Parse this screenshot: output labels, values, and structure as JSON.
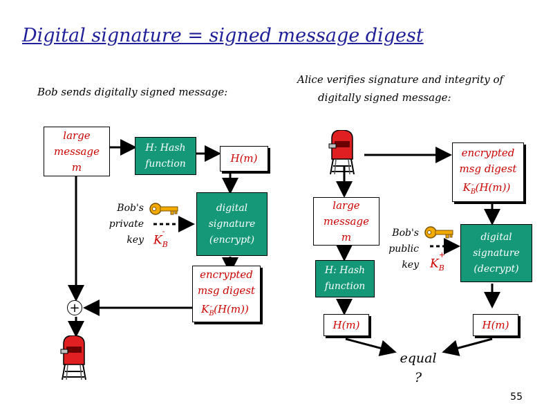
{
  "title": "Digital signature = signed message digest",
  "left_caption": "Bob sends digitally signed message:",
  "right_caption_line1": "Alice verifies signature and integrity of",
  "right_caption_line2": "digitally signed message:",
  "bob": {
    "large_message": [
      "large",
      "message",
      "m"
    ],
    "hash_function": [
      "H: Hash",
      "function"
    ],
    "hm": "H(m)",
    "digital_signature": [
      "digital",
      "signature",
      "(encrypt)"
    ],
    "key_label": [
      "Bob's",
      "private",
      "key"
    ],
    "key_symbol": "K",
    "key_sub": "B",
    "key_sup": "-",
    "encrypted_digest": [
      "encrypted",
      "msg digest"
    ],
    "digest_formula_k": "K",
    "digest_formula_sub": "B",
    "digest_formula_sup": "-",
    "digest_formula_rest": "(H(m))",
    "plus": "+"
  },
  "alice": {
    "encrypted_digest": [
      "encrypted",
      "msg digest"
    ],
    "digest_formula_k": "K",
    "digest_formula_sub": "B",
    "digest_formula_sup": "-",
    "digest_formula_rest": "(H(m))",
    "large_message": [
      "large",
      "message",
      "m"
    ],
    "hash_function": [
      "H: Hash",
      "function"
    ],
    "key_label": [
      "Bob's",
      "public",
      "key"
    ],
    "key_symbol": "K",
    "key_sub": "B",
    "key_sup": "+",
    "digital_signature": [
      "digital",
      "signature",
      "(decrypt)"
    ],
    "hm_left": "H(m)",
    "hm_right": "H(m)",
    "equal": "equal",
    "question": "?"
  },
  "page_number": "55",
  "colors": {
    "title": "#1f1f99",
    "green": "#149878",
    "red": "#cc0000",
    "key": "#f2a900",
    "mailbox": "#e02020"
  }
}
